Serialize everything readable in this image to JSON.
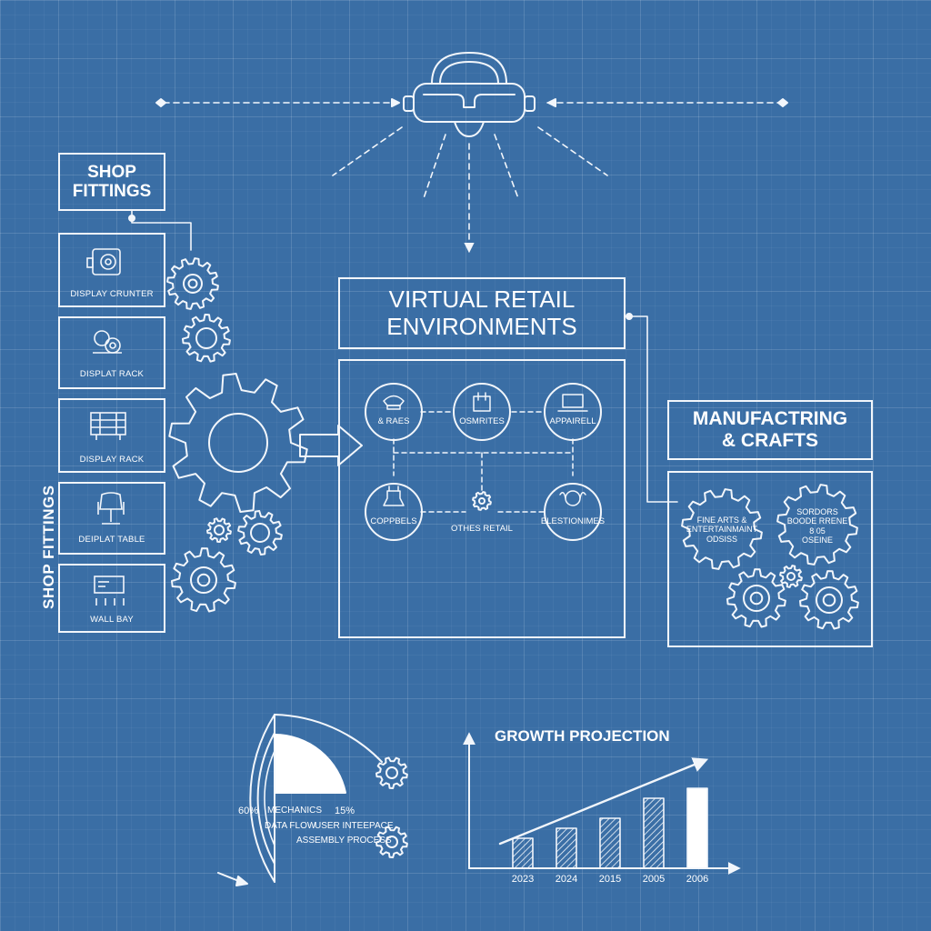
{
  "shop_fittings_title": "SHOP\nFITTINGS",
  "shop_fittings_vertical": "SHOP FITTINGS",
  "fittings": [
    {
      "label": "DISPLAY CRUNTER",
      "icon": "display-counter-icon"
    },
    {
      "label": "DISPLAT RACK",
      "icon": "display-rack-icon"
    },
    {
      "label": "DISPLAY RACK",
      "icon": "display-rack-shelf-icon"
    },
    {
      "label": "DEIPLAT TABLE",
      "icon": "display-table-icon"
    },
    {
      "label": "WALL BAY",
      "icon": "wall-bay-icon"
    }
  ],
  "vre_title": "VIRTUAL RETAIL\nENVIRONMENTS",
  "vre_nodes": [
    {
      "label": "& RAES",
      "icon": "phone-icon"
    },
    {
      "label": "OSMRITES",
      "icon": "bag-icon"
    },
    {
      "label": "APPAIRELL",
      "icon": "laptop-icon"
    },
    {
      "label": "COPPBELS",
      "icon": "bottle-icon"
    },
    {
      "label": "OTHES RETAIL",
      "icon": "gear-icon"
    },
    {
      "label": "ELESTIONIMES",
      "icon": "face-icon"
    }
  ],
  "mc_title": "MANUFACTRING\n& CRAFTS",
  "mc_gear_text": [
    "FINE ARTS &\nENTERTAINMAINT\nODSISS",
    "SORDORS\nBOODE RRENE\n8 05\nOSEINE"
  ],
  "donut": {
    "pct_left": "60%",
    "mechanics": "MECHANICS",
    "pct_right": "15%",
    "data_flow": "DATA FLOW",
    "user_interface": "USER INTEEPACE",
    "assembly": "ASSEMBLY PROCESS"
  },
  "chart_data": {
    "type": "bar",
    "title": "GROWTH PROJECTION",
    "categories": [
      "2023",
      "2024",
      "2015",
      "2005",
      "2006"
    ],
    "values": [
      3,
      4,
      5,
      7,
      8
    ],
    "ylim": [
      0,
      13
    ],
    "xlabel": "",
    "ylabel": "",
    "last_bar_solid": true,
    "trend_arrow": true
  },
  "colors": {
    "background": "#3a6ea5",
    "line": "#f2f6fb"
  }
}
